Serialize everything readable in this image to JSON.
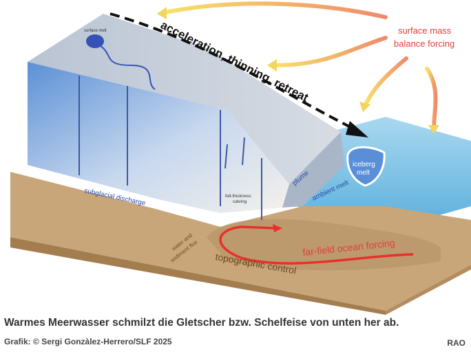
{
  "diagram": {
    "labels": {
      "surface_melt": "surface melt",
      "acceleration": "acceleration, thinning, retreat",
      "smb_line1": "surface mass",
      "smb_line2": "balance forcing",
      "iceberg_line1": "iceberg",
      "iceberg_line2": "melt",
      "plume": "plume",
      "ambient_melt": "ambient melt",
      "subglacial_discharge": "subglacial discharge",
      "calving_line1": "full-thickness",
      "calving_line2": "calving",
      "water_line1": "water and",
      "water_line2": "sediment flux",
      "far_field": "far-field ocean forcing",
      "topographic": "topographic control"
    },
    "colors": {
      "ice_top": "#c9d1dc",
      "ice_face": "#6f9fd8",
      "ocean": "#8fcbea",
      "seabed": "#c9a67a",
      "seabed_front": "#b48d5e",
      "warm_current": "#e8302a",
      "label_red": "#e0403a",
      "label_blue": "#2a4ea8",
      "label_brown": "#6b4a22"
    }
  },
  "caption": "Warmes Meerwasser schmilzt die Gletscher bzw. Schelfeise von unten her ab.",
  "credit": "Grafik: © Sergi Gonzàlez-Herrero/SLF 2025",
  "agency": "RAO"
}
